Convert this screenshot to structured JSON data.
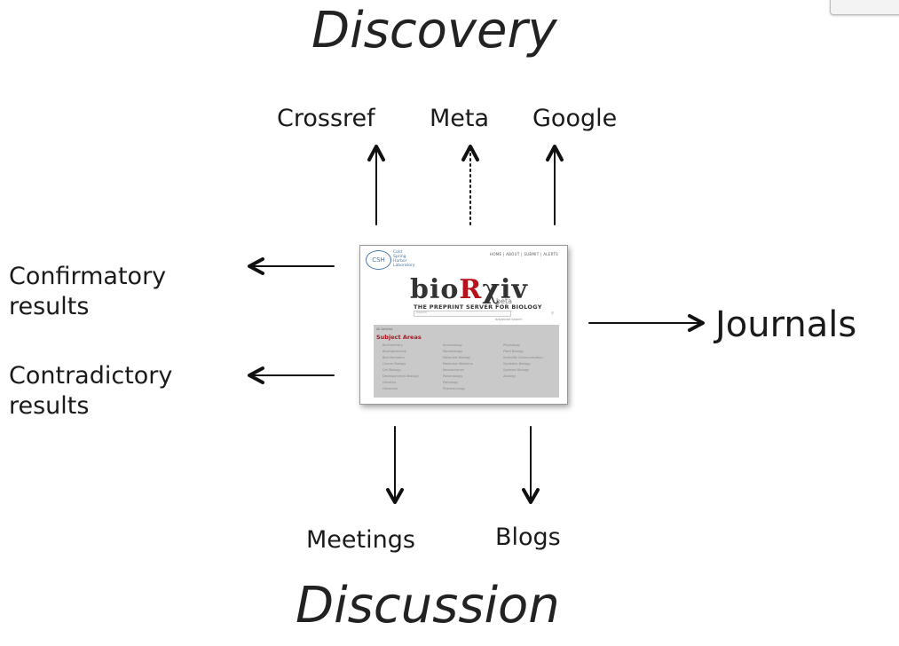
{
  "headings": {
    "top": "Discovery",
    "bottom": "Discussion"
  },
  "discovery_targets": [
    "Crossref",
    "Meta",
    "Google"
  ],
  "left_outputs": [
    {
      "line1": "Confirmatory",
      "line2": "results"
    },
    {
      "line1": "Contradictory",
      "line2": "results"
    }
  ],
  "right_output": "Journals",
  "discussion_targets": [
    "Meetings",
    "Blogs"
  ],
  "screenshot": {
    "logo": "CSH",
    "lab_lines": [
      "Cold",
      "Spring",
      "Harbor",
      "Laboratory"
    ],
    "nav": "HOME | ABOUT | SUBMIT | ALERTS",
    "brand_prefix": "bio",
    "brand_r": "R",
    "brand_suffix": "χiv",
    "beta": "beta",
    "tagline": "THE PREPRINT SERVER FOR BIOLOGY",
    "search_placeholder": "Search",
    "advanced_search": "Advanced Search",
    "all_articles": "All Articles",
    "subject_title": "Subject Areas",
    "subject_col1": [
      "Biochemistry",
      "Bioengineering",
      "Bioinformatics",
      "Cancer Biology",
      "Cell Biology",
      "Developmental Biology",
      "Genetics",
      "Genomics"
    ],
    "subject_col2": [
      "Immunology",
      "Microbiology",
      "Molecular Biology",
      "Molecular Medicine",
      "Neuroscience",
      "Paleontology",
      "Pathology",
      "Pharmacology"
    ],
    "subject_col3": [
      "Physiology",
      "Plant Biology",
      "Scientific Communication",
      "Synthetic Biology",
      "Systems Biology",
      "Zoology"
    ]
  },
  "colors": {
    "brand_red": "#b5121b",
    "logo_blue": "#4a78a8",
    "panel_gray": "#c9c9c9"
  }
}
